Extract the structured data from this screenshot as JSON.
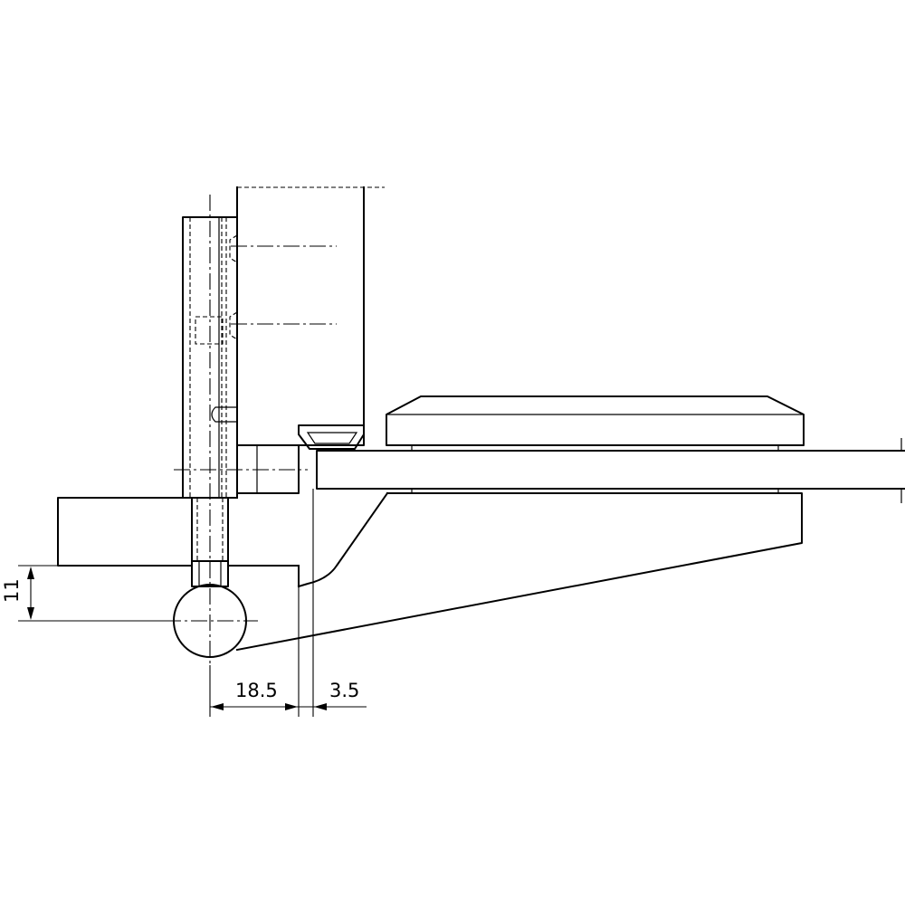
{
  "dimensions": {
    "height_offset": "11",
    "pivot_distance": "18.5",
    "gap": "3.5"
  },
  "colors": {
    "line": "#000000",
    "background": "#ffffff"
  }
}
